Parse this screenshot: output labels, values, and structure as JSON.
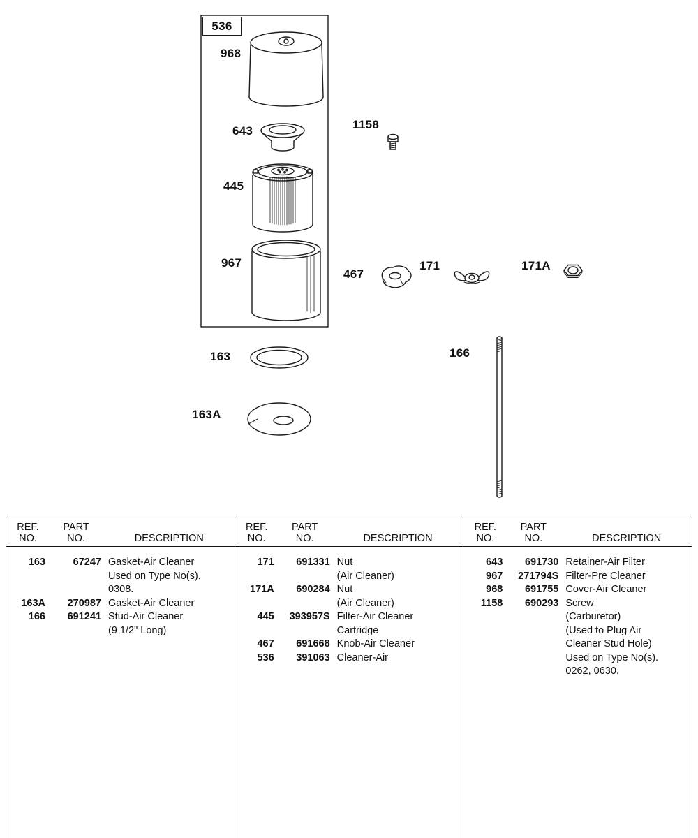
{
  "diagram": {
    "labels": {
      "536": "536",
      "968": "968",
      "643": "643",
      "445": "445",
      "967": "967",
      "1158": "1158",
      "467": "467",
      "171": "171",
      "171A": "171A",
      "163": "163",
      "163A": "163A",
      "166": "166"
    }
  },
  "table": {
    "headers": {
      "ref": [
        "REF.",
        "NO."
      ],
      "part": [
        "PART",
        "NO."
      ],
      "desc": "DESCRIPTION"
    },
    "columns": [
      {
        "rows": [
          {
            "ref": "163",
            "part": "67247",
            "desc": [
              "Gasket-Air Cleaner",
              "Used on Type No(s).",
              "0308."
            ]
          },
          {
            "ref": "163A",
            "part": "270987",
            "desc": [
              "Gasket-Air Cleaner"
            ]
          },
          {
            "ref": "166",
            "part": "691241",
            "desc": [
              "Stud-Air Cleaner",
              "(9 1/2\" Long)"
            ]
          }
        ]
      },
      {
        "rows": [
          {
            "ref": "171",
            "part": "691331",
            "desc": [
              "Nut",
              "(Air Cleaner)"
            ]
          },
          {
            "ref": "171A",
            "part": "690284",
            "desc": [
              "Nut",
              "(Air Cleaner)"
            ]
          },
          {
            "ref": "445",
            "part": "393957S",
            "desc": [
              "Filter-Air Cleaner",
              "Cartridge"
            ]
          },
          {
            "ref": "467",
            "part": "691668",
            "desc": [
              "Knob-Air Cleaner"
            ]
          },
          {
            "ref": "536",
            "part": "391063",
            "desc": [
              "Cleaner-Air"
            ]
          }
        ]
      },
      {
        "rows": [
          {
            "ref": "643",
            "part": "691730",
            "desc": [
              "Retainer-Air Filter"
            ]
          },
          {
            "ref": "967",
            "part": "271794S",
            "desc": [
              "Filter-Pre Cleaner"
            ]
          },
          {
            "ref": "968",
            "part": "691755",
            "desc": [
              "Cover-Air Cleaner"
            ]
          },
          {
            "ref": "1158",
            "part": "690293",
            "desc": [
              "Screw",
              "(Carburetor)",
              "(Used to Plug Air",
              "Cleaner Stud Hole)",
              "Used on Type No(s).",
              "0262, 0630."
            ]
          }
        ]
      }
    ]
  }
}
